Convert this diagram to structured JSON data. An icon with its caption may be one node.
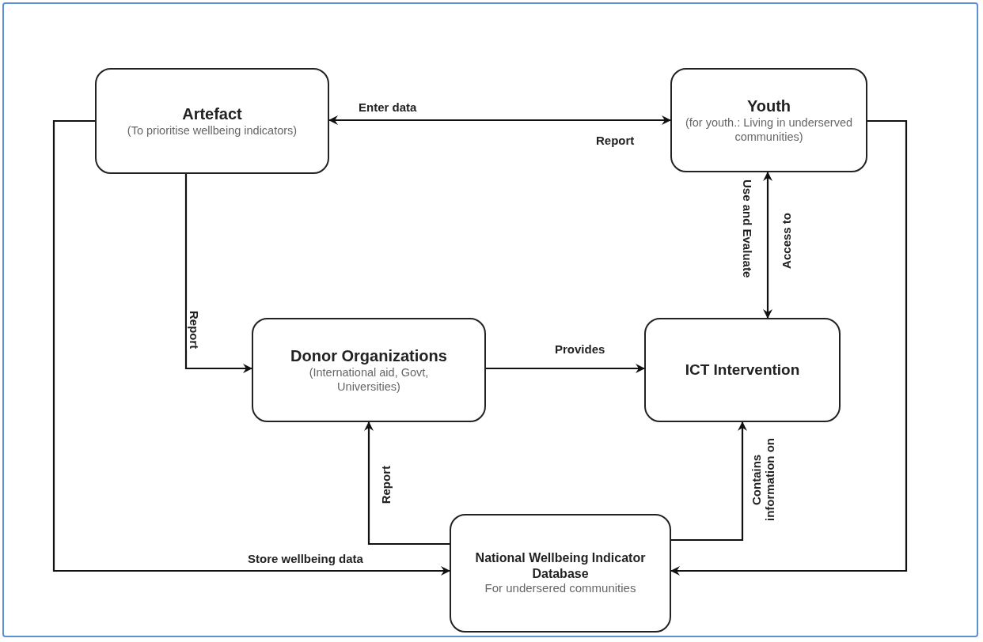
{
  "diagram": {
    "nodes": [
      {
        "text": [
          "Artefact",
          "(To prioritise wellbeing indicators)"
        ]
      },
      {
        "text": [
          "Youth",
          "(for youth.: Living in underserved communities)"
        ]
      },
      {
        "text": [
          "Donor Organizations",
          "(International aid, Govt, Universities)"
        ]
      },
      {
        "text": [
          "ICT Intervention"
        ]
      },
      {
        "text": [
          "National Wellbeing Indicator Database",
          "For undersered communities"
        ]
      }
    ],
    "edges": [
      {
        "from": 0,
        "to": 1,
        "arrow": "both",
        "label": "Enter data"
      },
      {
        "from": 0,
        "to": 2,
        "arrow": "to",
        "label": "Report"
      },
      {
        "from": 2,
        "to": 3,
        "arrow": "to",
        "label": "Provides"
      },
      {
        "from": 3,
        "to": 1,
        "arrow": "both",
        "label": "Use and Evaluate"
      },
      {
        "from": 4,
        "to": 2,
        "arrow": "to",
        "label": "Report"
      },
      {
        "from": 4,
        "to": 3,
        "arrow": "to",
        "label": "Contains information on"
      },
      {
        "from": 0,
        "to": 4,
        "arrow": "to",
        "label": "Store wellbeing data"
      },
      {
        "from": 1,
        "to": 4,
        "arrow": "to"
      }
    ],
    "labels": [
      "Report",
      "Access to"
    ]
  }
}
